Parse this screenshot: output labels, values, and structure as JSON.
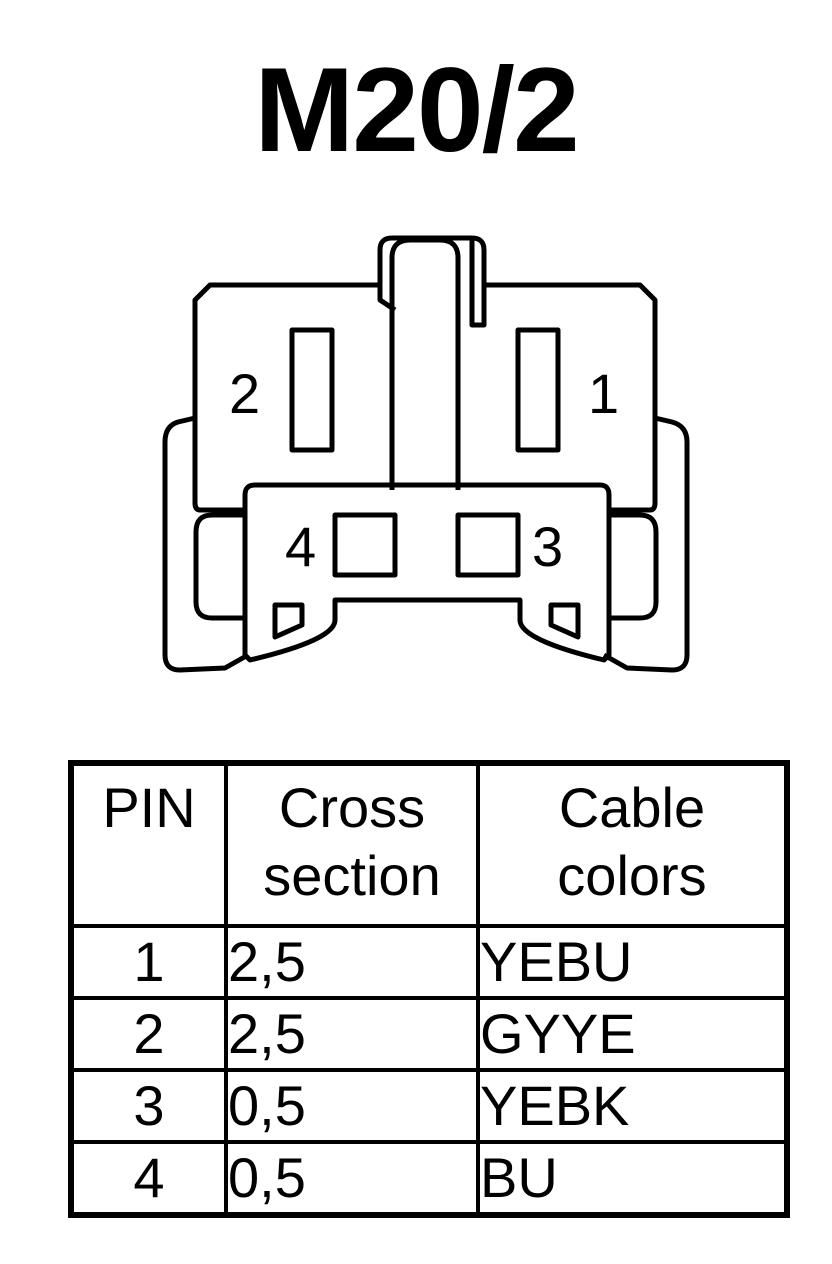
{
  "title": "M20/2",
  "connector": {
    "pin_labels": [
      "1",
      "2",
      "3",
      "4"
    ]
  },
  "table": {
    "headers": {
      "pin": "PIN",
      "cross_line1": "Cross",
      "cross_line2": "section",
      "color_line1": "Cable",
      "color_line2": "colors"
    },
    "rows": [
      {
        "pin": "1",
        "cross": "2,5",
        "color": "YEBU"
      },
      {
        "pin": "2",
        "cross": "2,5",
        "color": "GYYE"
      },
      {
        "pin": "3",
        "cross": "0,5",
        "color": "YEBK"
      },
      {
        "pin": "4",
        "cross": "0,5",
        "color": "BU"
      }
    ]
  }
}
